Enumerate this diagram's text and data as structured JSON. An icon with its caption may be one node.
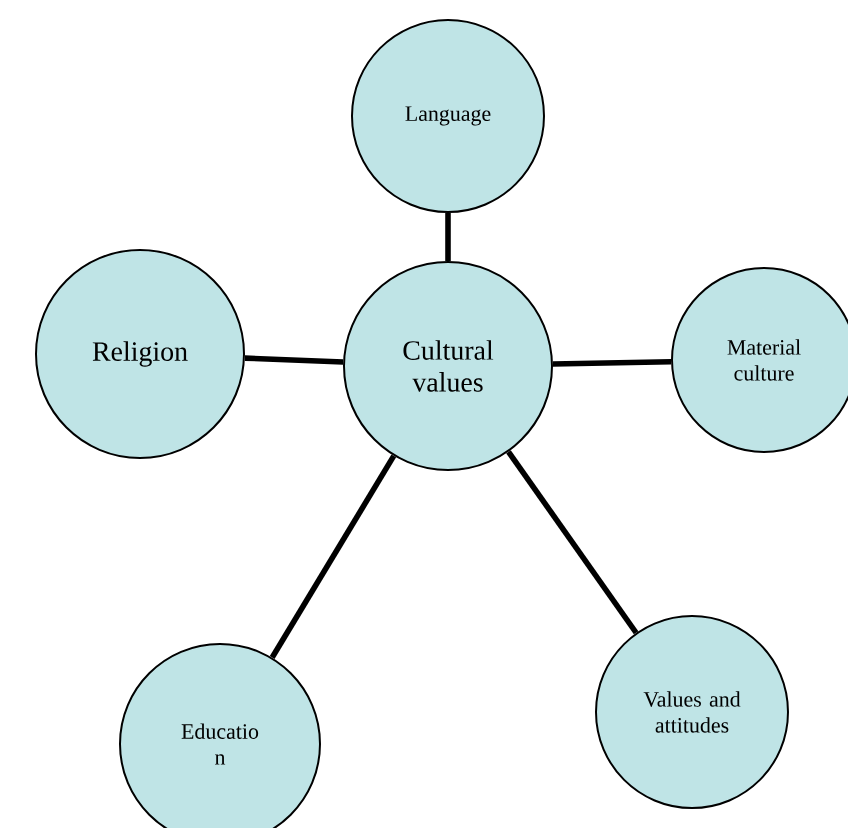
{
  "diagram": {
    "nodes": [
      {
        "text": [
          "Language"
        ]
      },
      {
        "text": [
          "Religion"
        ]
      },
      {
        "text": [
          "Cultural values"
        ]
      },
      {
        "text": [
          "Material culture"
        ]
      },
      {
        "text": [
          "Educatio n"
        ]
      },
      {
        "text": [
          "Values and attitudes"
        ]
      }
    ],
    "edges": [
      {
        "from": 2,
        "to": 0,
        "arrow": "none"
      },
      {
        "from": 2,
        "to": 1,
        "arrow": "none"
      },
      {
        "from": 2,
        "to": 3,
        "arrow": "none"
      },
      {
        "from": 2,
        "to": 4,
        "arrow": "none"
      },
      {
        "from": 2,
        "to": 5,
        "arrow": "none"
      }
    ]
  }
}
